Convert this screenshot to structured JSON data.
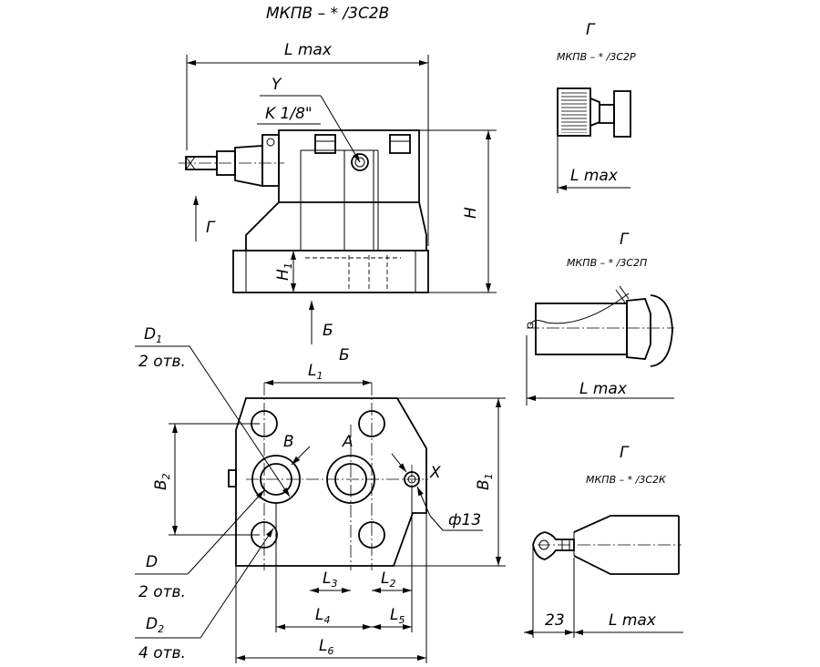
{
  "title": "МКПВ – * /3С2В",
  "main_view": {
    "lmax": "L max",
    "port_y": "Y",
    "thread": "K 1/8\"",
    "height_h": "H",
    "height_h1_main": "H",
    "height_h1_sub": "1",
    "arrow_g": "Г",
    "arrow_b": "Б"
  },
  "bottom_view": {
    "view_label": "Б",
    "d1_main": "D",
    "d1_sub": "1",
    "d1_count": "2 отв.",
    "d_label": "D",
    "d_count": "2 отв.",
    "d2_main": "D",
    "d2_sub": "2",
    "d2_count": "4 отв.",
    "l1_main": "L",
    "l1_sub": "1",
    "b2_main": "B",
    "b2_sub": "2",
    "b1_main": "B",
    "b1_sub": "1",
    "port_b": "B",
    "port_a": "A",
    "port_x": "X",
    "phi13": "ф13",
    "l3_main": "L",
    "l3_sub": "3",
    "l2_main": "L",
    "l2_sub": "2",
    "l4_main": "L",
    "l4_sub": "4",
    "l5_main": "L",
    "l5_sub": "5",
    "l6_main": "L",
    "l6_sub": "6"
  },
  "variant_p": {
    "view": "Г",
    "model": "МКПВ – * /3С2Р",
    "lmax": "L max"
  },
  "variant_pi": {
    "view": "Г",
    "model": "МКПВ – * /3С2П",
    "lmax": "L max"
  },
  "variant_k": {
    "view": "Г",
    "model": "МКПВ – * /3С2К",
    "dim23": "23",
    "lmax": "L max"
  }
}
